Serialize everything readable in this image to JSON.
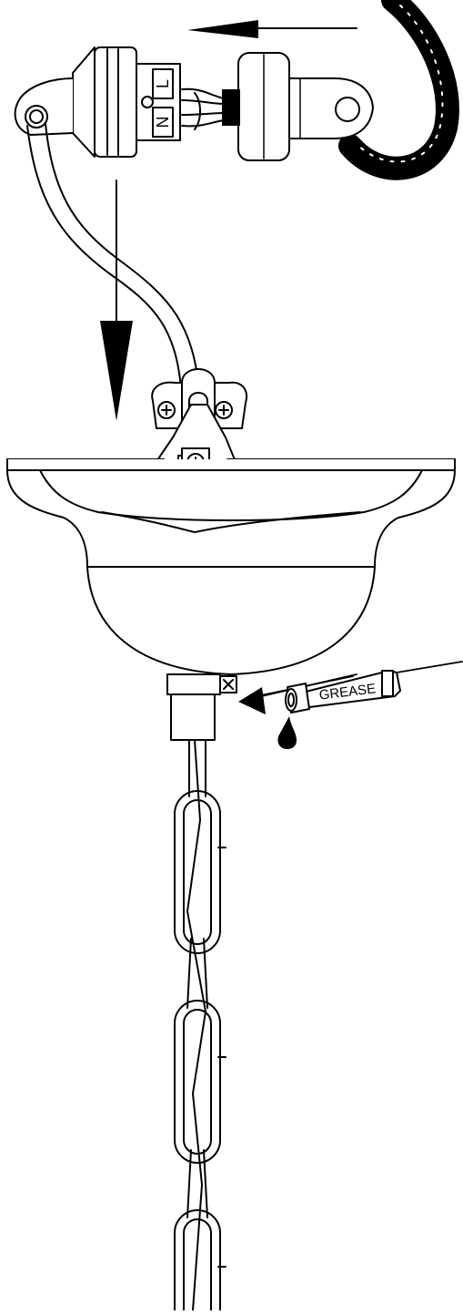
{
  "labels": {
    "live": "L",
    "neutral": "N",
    "grease": "GREASE"
  },
  "icons": {
    "arrow_left": "arrow-left-icon",
    "arrow_down": "arrow-down-icon",
    "pointer_arrow": "pointer-arrow-icon",
    "grease_drop": "grease-drop-icon",
    "screw_head": "phillips-screw-icon"
  },
  "colors": {
    "line": "#000000",
    "fill": "#ffffff"
  }
}
